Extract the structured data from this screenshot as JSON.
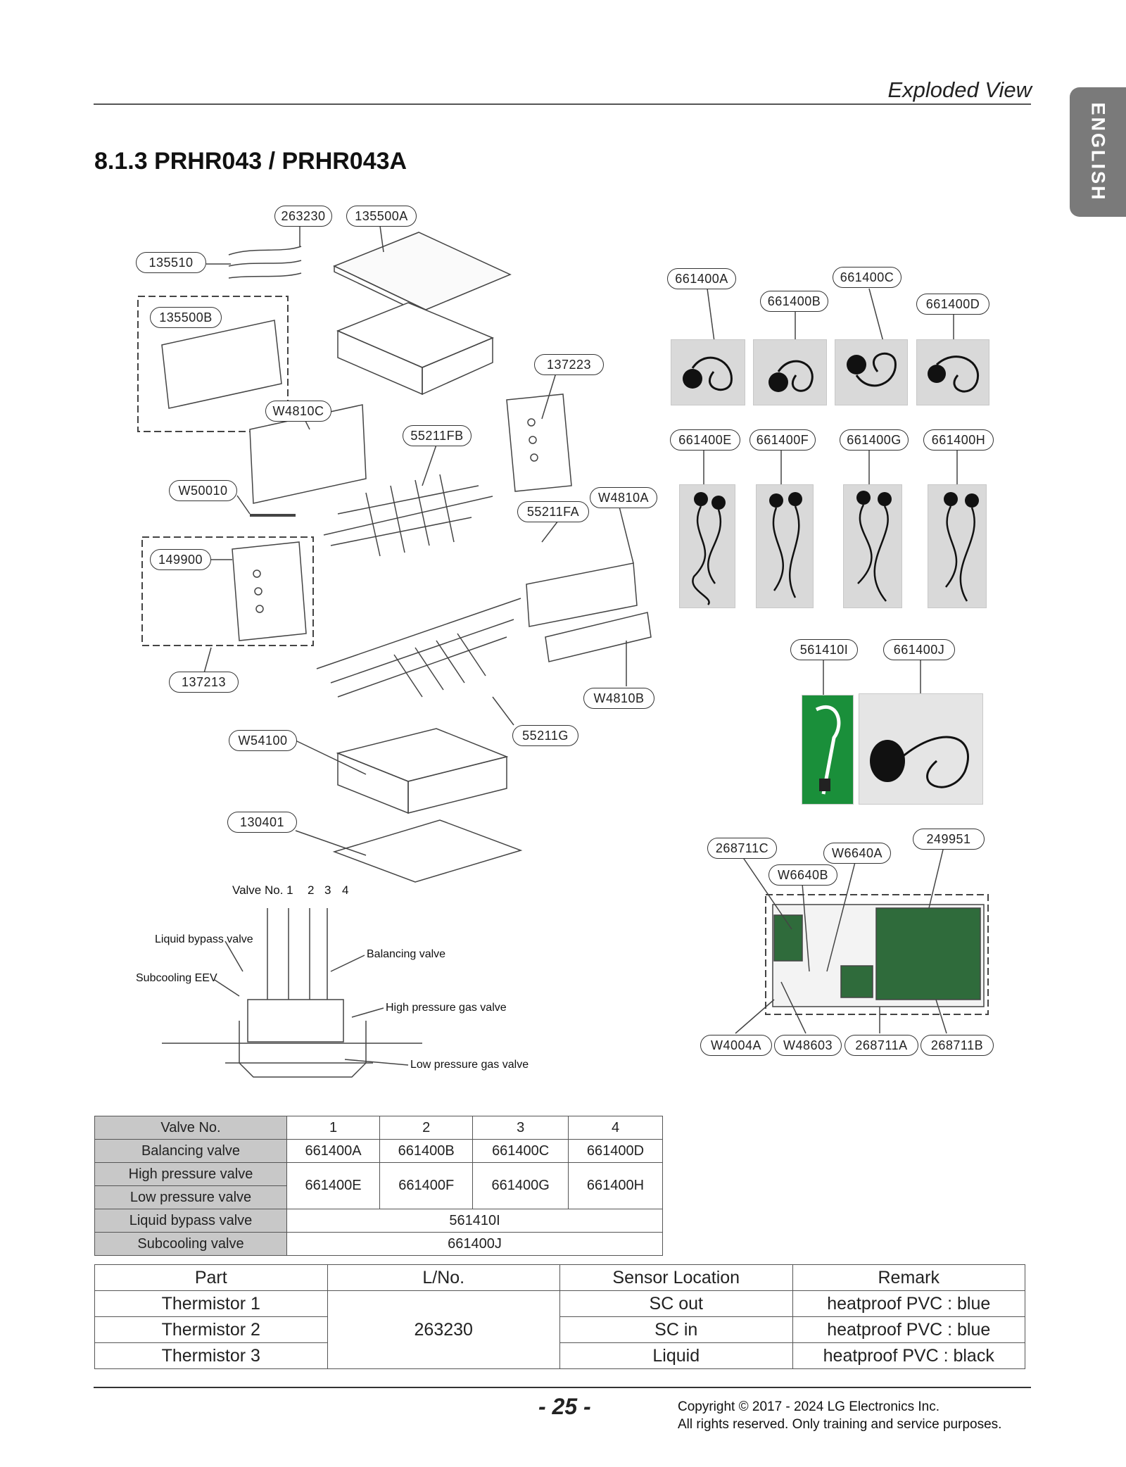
{
  "header": {
    "title": "Exploded View",
    "side_tab": "ENGLISH"
  },
  "section_title": "8.1.3 PRHR043 / PRHR043A",
  "callouts": {
    "c263230": "263230",
    "c135500A": "135500A",
    "c135510": "135510",
    "c135500B": "135500B",
    "c137223": "137223",
    "cW4810C": "W4810C",
    "c55211FB": "55211FB",
    "cW50010": "W50010",
    "cW4810A": "W4810A",
    "c55211FA": "55211FA",
    "c149900": "149900",
    "c137213": "137213",
    "cW4810B": "W4810B",
    "cW54100": "W54100",
    "c55211G": "55211G",
    "c130401": "130401",
    "c661400A": "661400A",
    "c661400B": "661400B",
    "c661400C": "661400C",
    "c661400D": "661400D",
    "c661400E": "661400E",
    "c661400F": "661400F",
    "c661400G": "661400G",
    "c661400H": "661400H",
    "c561410I": "561410I",
    "c661400J": "661400J",
    "c268711C": "268711C",
    "cW6640A": "W6640A",
    "c249951": "249951",
    "cW6640B": "W6640B",
    "cW4004A": "W4004A",
    "cW48603": "W48603",
    "c268711A": "268711A",
    "c268711B": "268711B"
  },
  "valve_diagram": {
    "valve_no": "Valve No. 1",
    "valve_nums": [
      "2",
      "3",
      "4"
    ],
    "liquid_bypass": "Liquid bypass valve",
    "subcooling_eev": "Subcooling EEV",
    "balancing": "Balancing valve",
    "high_pressure": "High pressure gas valve",
    "low_pressure": "Low pressure gas valve"
  },
  "valve_table": {
    "header": [
      "Valve No.",
      "1",
      "2",
      "3",
      "4"
    ],
    "balancing": [
      "Balancing valve",
      "661400A",
      "661400B",
      "661400C",
      "661400D"
    ],
    "high": "High pressure valve",
    "low": "Low pressure valve",
    "high_low_values": [
      "661400E",
      "661400F",
      "661400G",
      "661400H"
    ],
    "liquid_bypass": [
      "Liquid bypass valve",
      "561410I"
    ],
    "subcooling": [
      "Subcooling valve",
      "661400J"
    ]
  },
  "thermistor_table": {
    "header": [
      "Part",
      "L/No.",
      "Sensor Location",
      "Remark"
    ],
    "lno": "263230",
    "rows": [
      [
        "Thermistor 1",
        "SC out",
        "heatproof PVC : blue"
      ],
      [
        "Thermistor 2",
        "SC in",
        "heatproof PVC : blue"
      ],
      [
        "Thermistor 3",
        "Liquid",
        "heatproof PVC : black"
      ]
    ]
  },
  "footer": {
    "page": "- 25 -",
    "copyright_1": "Copyright © 2017 - 2024 LG Electronics Inc.",
    "copyright_2": "All rights reserved. Only training and service purposes."
  }
}
